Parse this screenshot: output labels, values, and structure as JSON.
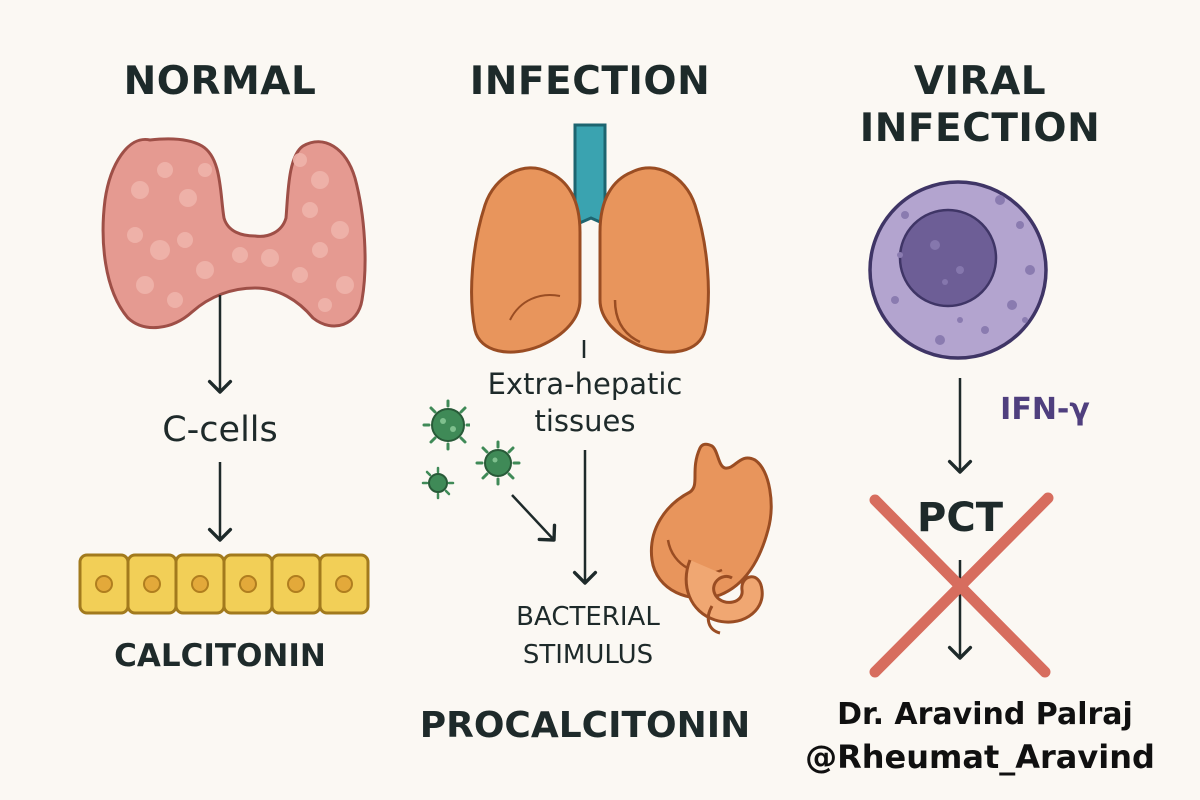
{
  "columns": [
    {
      "heading": "NORMAL",
      "steps": [
        "C-cells",
        "CALCITONIN"
      ]
    },
    {
      "heading": "INFECTION",
      "steps": [
        "Extra-hepatic tissues",
        "BACTERIAL STIMULUS",
        "PROCALCITONIN"
      ]
    },
    {
      "heading": "VIRAL INFECTION",
      "mediator": "IFN-γ",
      "blocked": "PCT"
    }
  ],
  "credit": {
    "name": "Dr. Aravind Palraj",
    "handle": "@Rheumat_Aravind"
  },
  "colors": {
    "thyroid": "#e59a91",
    "lungs": "#e8955c",
    "trachea": "#3aa3b0",
    "cells": "#f2cf57",
    "virus": "#3f8a57",
    "lymphocyte": "#b3a4cf",
    "nucleus": "#6d5e96",
    "cross": "#d76d5e",
    "mediator_text": "#4f3f7e"
  },
  "icons": [
    "thyroid-gland-icon",
    "c-cell-row-icon",
    "lungs-icon",
    "virus-icon",
    "stomach-intestine-icon",
    "lymphocyte-icon"
  ]
}
